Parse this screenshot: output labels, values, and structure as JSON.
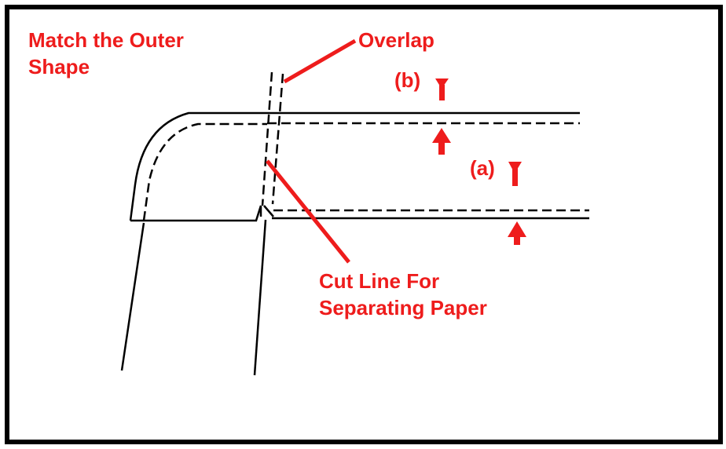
{
  "labels": {
    "match_outer_shape": [
      "Match the Outer",
      "Shape"
    ],
    "overlap": "Overlap",
    "b": "(b)",
    "a": "(a)",
    "cut_line": [
      "Cut Line For",
      "Separating Paper"
    ]
  },
  "colors": {
    "annotation": "#ee1c1c",
    "line": "#000000",
    "background": "#ffffff"
  }
}
